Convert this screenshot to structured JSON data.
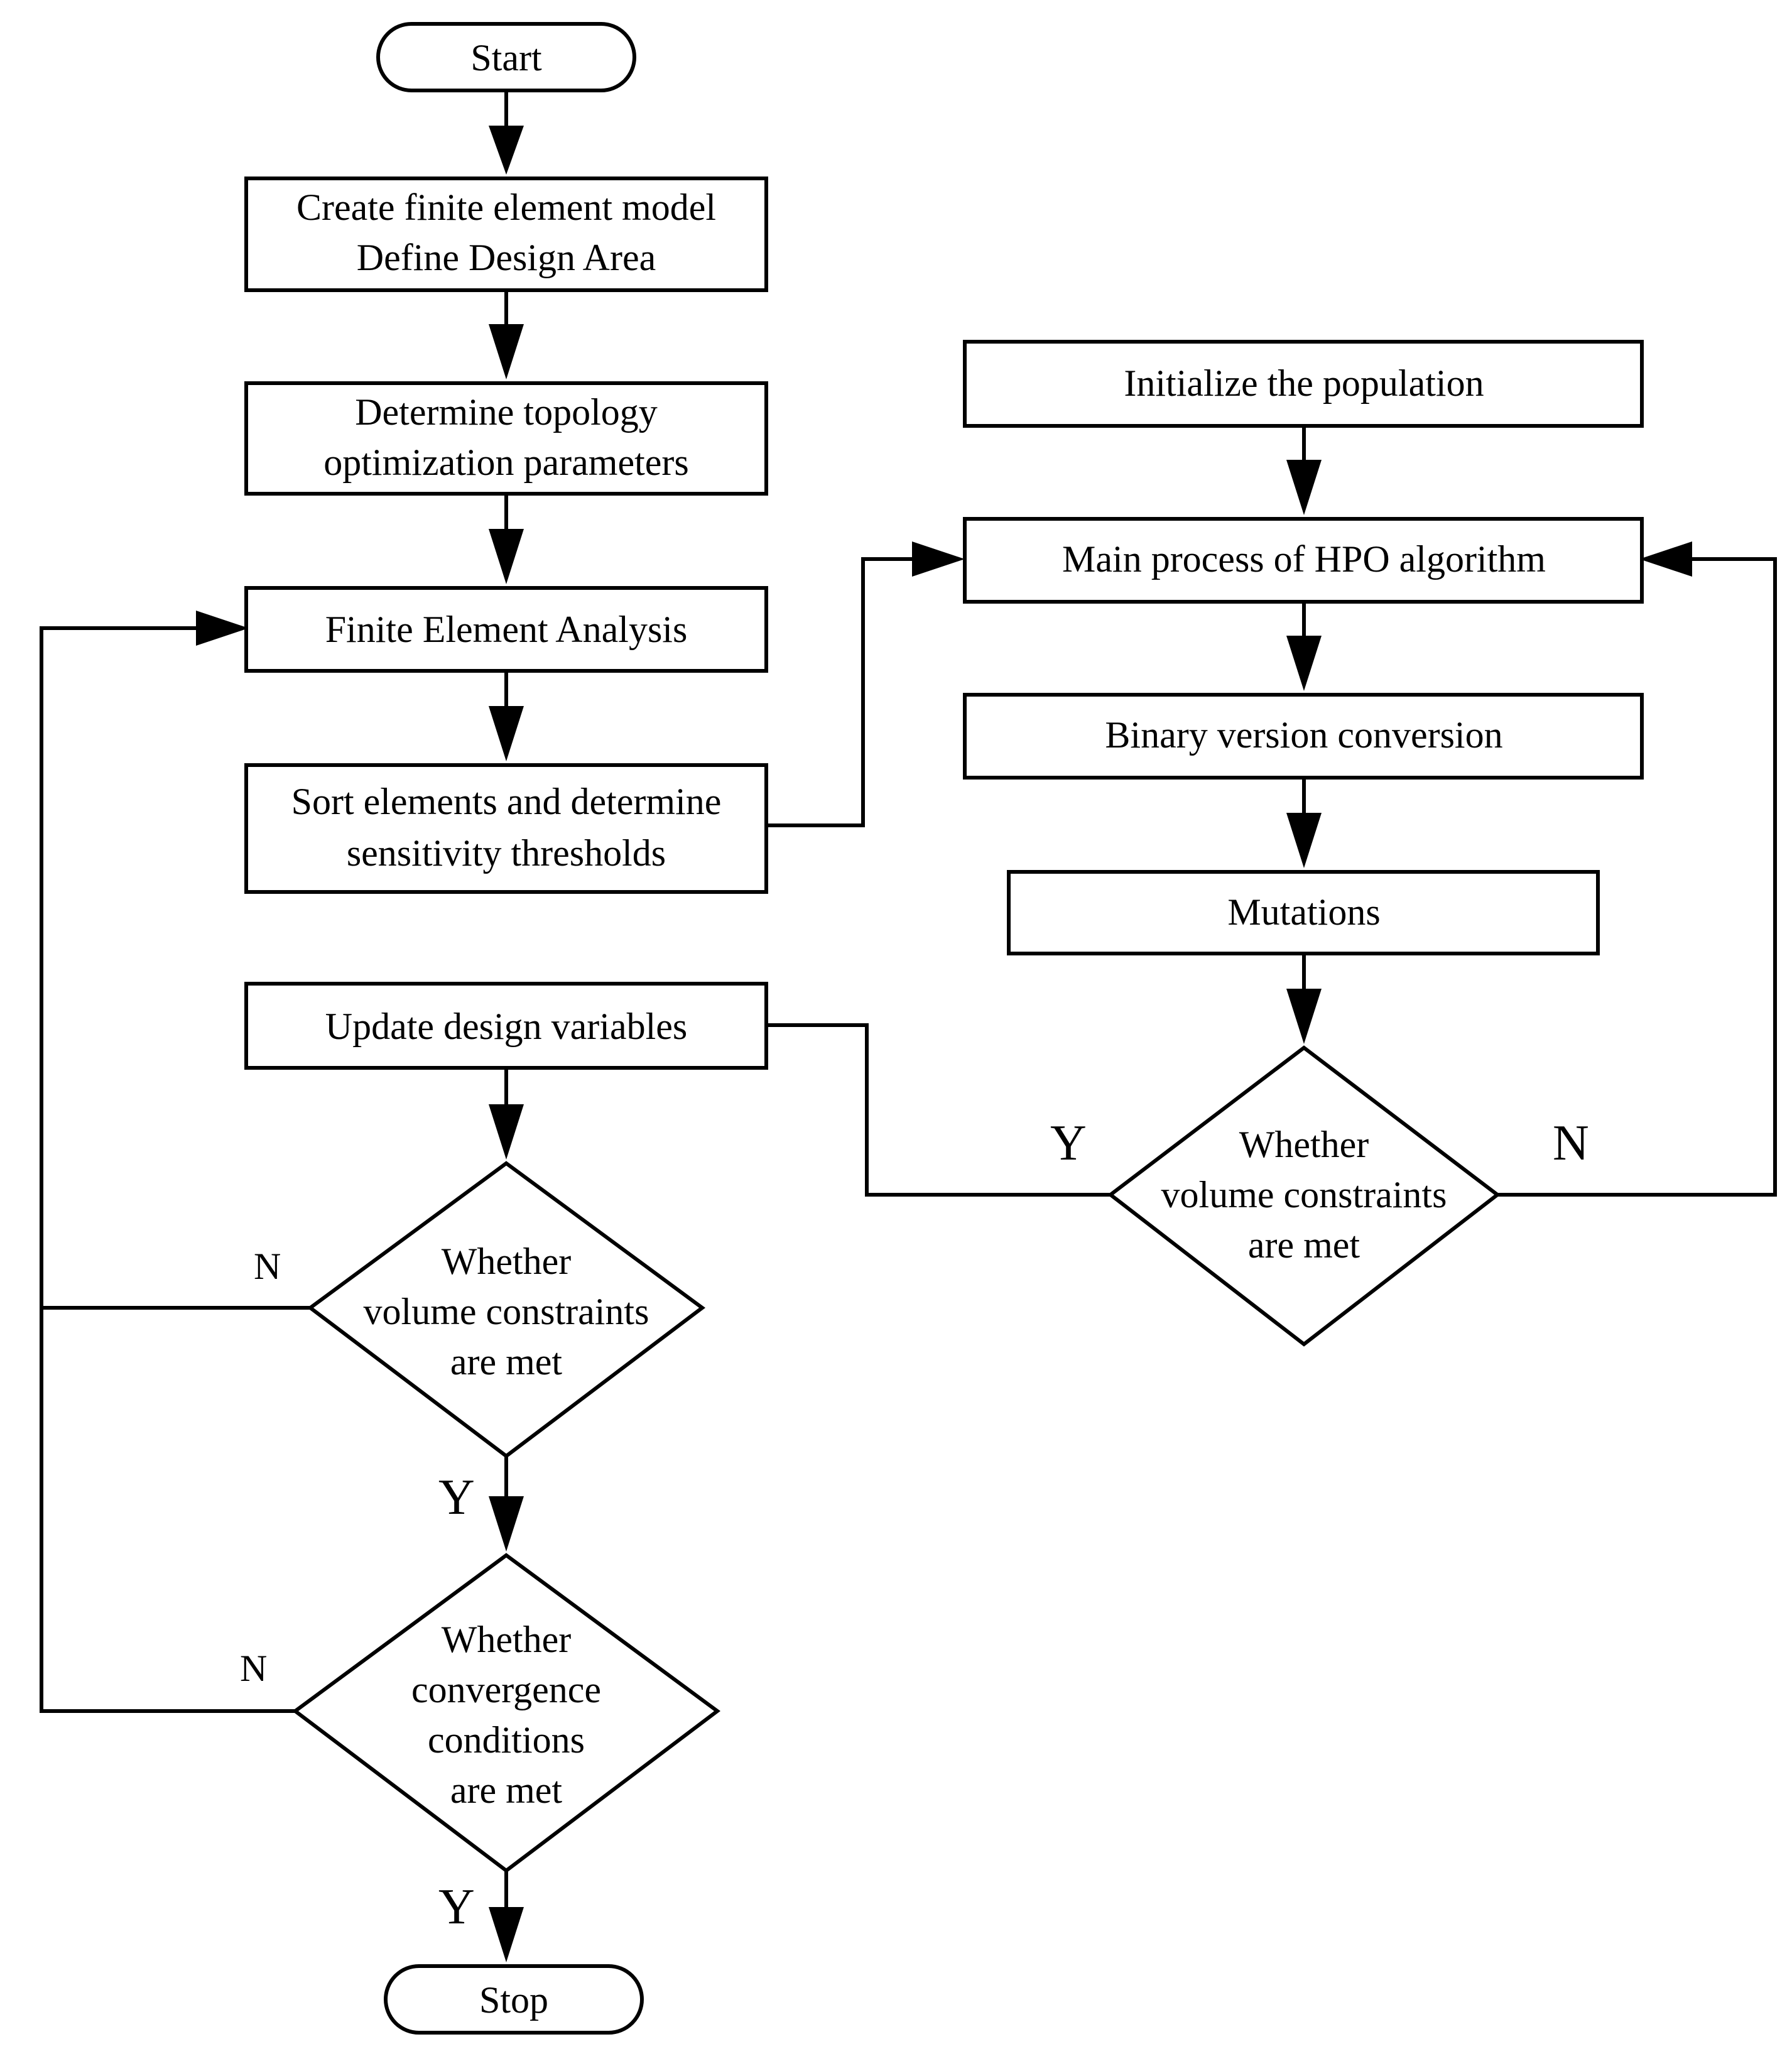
{
  "nodes": {
    "start": {
      "lines": [
        "Start"
      ]
    },
    "create_model": {
      "lines": [
        "Create  finite element model",
        "Define Design Area"
      ]
    },
    "topology_params": {
      "lines": [
        "Determine topology",
        "optimization parameters"
      ]
    },
    "fea": {
      "lines": [
        "Finite Element Analysis"
      ]
    },
    "sort_elements": {
      "lines": [
        "Sort elements and determine",
        "sensitivity thresholds"
      ]
    },
    "update_vars": {
      "lines": [
        "Update design variables"
      ]
    },
    "volume_check_left": {
      "lines": [
        "Whether",
        "volume constraints",
        "are met"
      ]
    },
    "convergence_check": {
      "lines": [
        "Whether",
        "convergence",
        "conditions",
        "are met"
      ]
    },
    "stop": {
      "lines": [
        "Stop"
      ]
    },
    "init_population": {
      "lines": [
        "Initialize the population"
      ]
    },
    "hpo_main": {
      "lines": [
        "Main process of HPO algorithm"
      ]
    },
    "binary_conversion": {
      "lines": [
        "Binary version conversion"
      ]
    },
    "mutations": {
      "lines": [
        "Mutations"
      ]
    },
    "volume_check_right": {
      "lines": [
        "Whether",
        "volume constraints",
        "are met"
      ]
    }
  },
  "edge_labels": {
    "left_volume_no": "N",
    "left_volume_yes": "Y",
    "convergence_no": "N",
    "convergence_yes": "Y",
    "right_volume_yes": "Y",
    "right_volume_no": "N"
  },
  "colors": {
    "stroke": "#000000",
    "fill": "#ffffff",
    "text": "#000000"
  }
}
